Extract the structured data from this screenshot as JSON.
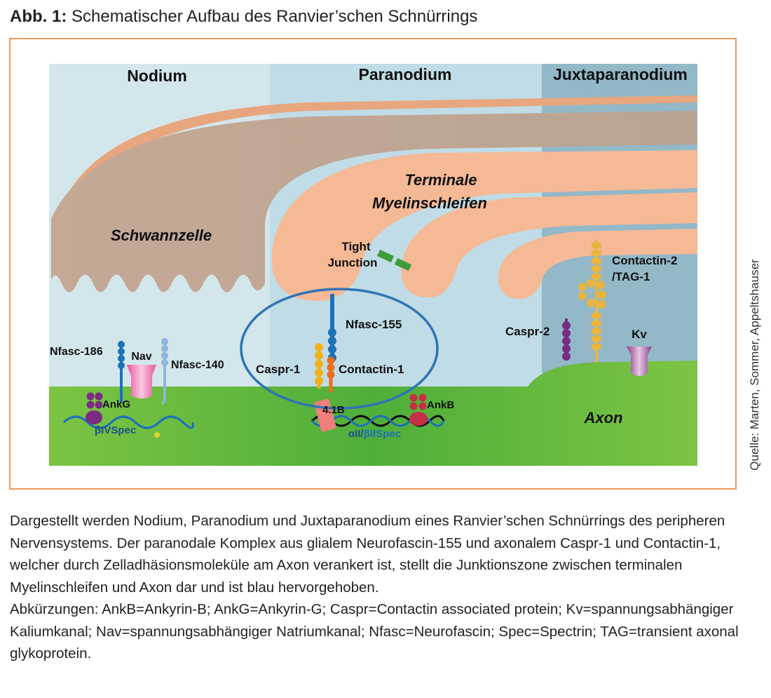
{
  "figure": {
    "label": "Abb. 1:",
    "title": "Schematischer Aufbau des Ranvier’schen Schnürrings",
    "source": "Quelle: Marten, Sommer, Appeltshauser"
  },
  "regions": {
    "nodium": "Nodium",
    "paranodium": "Paranodium",
    "juxtaparanodium": "Juxtaparanodium"
  },
  "labels": {
    "schwannzelle": "Schwannzelle",
    "terminale": "Terminale",
    "myelinschleifen": "Myelinschleifen",
    "tight": "Tight",
    "junction": "Junction",
    "axon": "Axon",
    "nfasc186": "Nfasc-186",
    "nav": "Nav",
    "nfasc140": "Nfasc-140",
    "ankg": "AnkG",
    "bivspec": "βIVSpec",
    "nfasc155": "Nfasc-155",
    "caspr1": "Caspr-1",
    "contactin1": "Contactin-1",
    "b41": "4.1B",
    "ankb": "AnkB",
    "aiispec_a": "αII/",
    "aiispec_b": "βIISpec",
    "caspr2": "Caspr-2",
    "contactin2_a": "Contactin-2",
    "contactin2_b": "/TAG-1",
    "kv": "Kv"
  },
  "colors": {
    "background_left": "#cfe3ea",
    "background_mid": "#bcdbe5",
    "background_right": "#8fb5c5",
    "myelin": "#f5b995",
    "schwann": "#c6aa98",
    "axon": "#6cbc3a",
    "highlight": "#2f74b5"
  },
  "caption": {
    "paragraph": "Dargestellt werden Nodium, Paranodium und Juxtaparanodium eines Ranvier’schen Schnürrings des peripheren Nervensystems. Der paranodale Komplex aus glialem Neurofascin-155 und axonalem Caspr-1 und Contactin-1, welcher durch Zelladhäsionsmoleküle am Axon verankert ist, stellt die Junktionszone zwischen terminalen Myelinschleifen und Axon dar und ist blau hervorgehoben.",
    "abbreviations": "Abkürzungen: AnkB=Ankyrin-B; AnkG=Ankyrin-G; Caspr=Contactin associated protein; Kv=spannungsabhängiger Kaliumkanal; Nav=spannungsabhängiger Natriumkanal; Nfasc=Neurofascin; Spec=Spectrin; TAG=transient axonal glykoprotein."
  }
}
